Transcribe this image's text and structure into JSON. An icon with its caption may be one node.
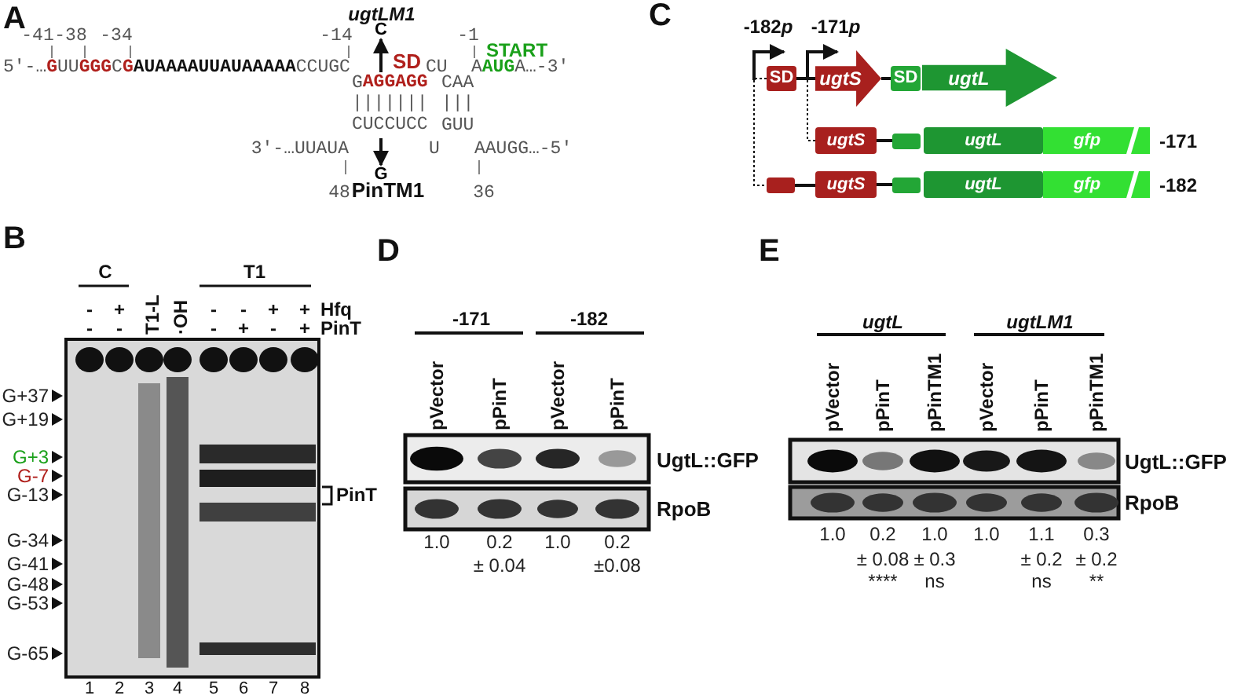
{
  "diagram": {
    "nodes": [
      {
        "text": [
          "C"
        ]
      },
      {
        "text": [
          "AGGAGG"
        ]
      },
      {
        "text": [
          "CUCCUCC"
        ]
      },
      {
        "text": [
          "G"
        ]
      },
      {
        "text": [
          "SD"
        ]
      },
      {
        "text": [
          "ugtS"
        ]
      },
      {
        "text": [
          "SD"
        ]
      },
      {
        "text": [
          "ugtL"
        ]
      },
      {
        "text": [
          "ugtS"
        ]
      },
      {
        "text": [],
        "shape": "box"
      },
      {
        "text": [
          "ugtL"
        ]
      },
      {
        "text": [
          "gfp"
        ]
      },
      {
        "text": [],
        "shape": "box"
      },
      {
        "text": [
          "ugtS"
        ]
      },
      {
        "text": [],
        "shape": "box"
      },
      {
        "text": [
          "ugtL"
        ]
      },
      {
        "text": [
          "gfp"
        ]
      }
    ],
    "edges": [
      {
        "from": 1,
        "to": 0,
        "arrow": "to"
      },
      {
        "from": 2,
        "to": 3,
        "arrow": "to"
      },
      {
        "from": 4,
        "to": 5,
        "arrow": "none"
      },
      {
        "from": 5,
        "to": 6,
        "arrow": "none"
      },
      {
        "from": 8,
        "to": 9,
        "arrow": "none"
      },
      {
        "from": 12,
        "to": 13,
        "arrow": "none"
      },
      {
        "from": 13,
        "to": 14,
        "arrow": "none"
      },
      {
        "from": 4,
        "to": 12,
        "arrow": "none",
        "style": "dashed"
      },
      {
        "from": 5,
        "to": 8,
        "arrow": "none",
        "style": "dashed"
      }
    ],
    "labels": [
      "A",
      "ugtLM1",
      "-41",
      "-38",
      "-34",
      "-14",
      "-1",
      "SD",
      "START",
      "5′-…",
      "G",
      "UU",
      "GGG",
      "C",
      "G",
      "AUAAAAUUAUAAAAA",
      "CCUGC",
      "CU",
      "A",
      "AUG",
      "A…-3′",
      "G",
      "CAA",
      "|||||||",
      "|||",
      "GUU",
      "3′-…UUAUA",
      "U",
      "AAUGG…-5′",
      "48",
      "PinTM1",
      "36",
      "B",
      "C",
      "T1",
      "-",
      "+",
      "T1-L",
      "·OH",
      "-",
      "-",
      "+",
      "+",
      "Hfq",
      "-",
      "-",
      "-",
      "+",
      "-",
      "+",
      "PinT",
      "G+37",
      "G+19",
      "G+3",
      "G-7",
      "G-13",
      "G-34",
      "G-41",
      "G-48",
      "G-53",
      "G-65",
      "PinT",
      "1",
      "2",
      "3",
      "4",
      "5",
      "6",
      "7",
      "8",
      "C",
      "-182",
      "p",
      "-171",
      "p",
      "-171",
      "-182",
      "D",
      "-171",
      "-182",
      "pVector",
      "pPinT",
      "pVector",
      "pPinT",
      "UgtL::GFP",
      "RpoB",
      "1.0",
      "0.2",
      "1.0",
      "0.2",
      "± 0.04",
      "±0.08",
      "E",
      "ugtL",
      "ugtLM1",
      "pVector",
      "pPinT",
      "pPinTM1",
      "pVector",
      "pPinT",
      "pPinTM1",
      "UgtL::GFP",
      "RpoB",
      "1.0",
      "0.2",
      "1.0",
      "1.0",
      "1.1",
      "0.3",
      "± 0.08",
      "± 0.3",
      "± 0.2",
      "± 0.2",
      "****",
      "ns",
      "ns",
      "**"
    ]
  }
}
